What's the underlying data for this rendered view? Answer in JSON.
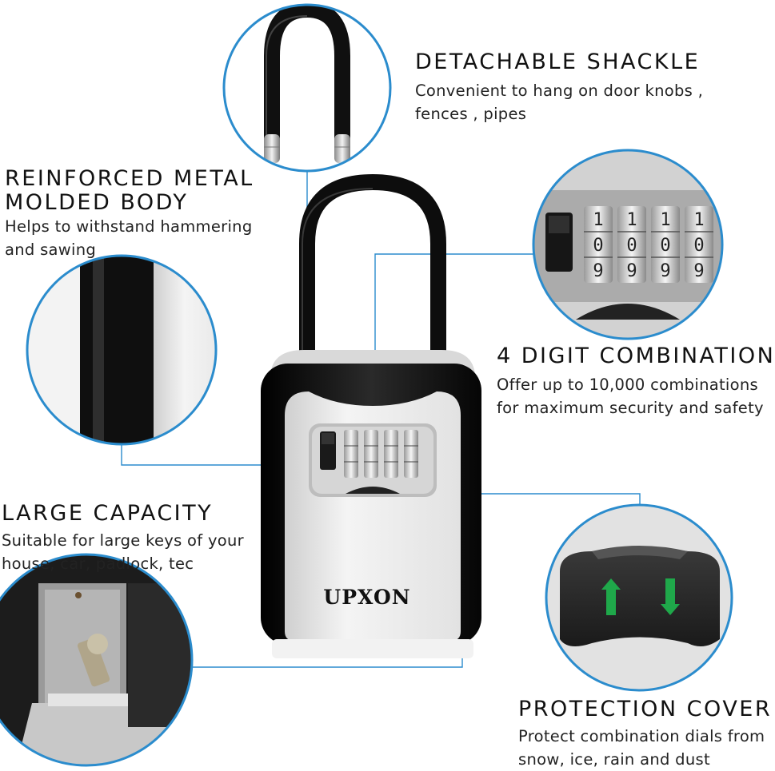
{
  "brand": {
    "name": "UPXON"
  },
  "features": {
    "shackle": {
      "title": "DETACHABLE  SHACKLE",
      "lines": [
        "Convenient  to  hang  on  door  knobs ,",
        "fences ,  pipes"
      ]
    },
    "body": {
      "title_lines": [
        "REINFORCED  METAL",
        "MOLDED  BODY"
      ],
      "lines": [
        "Helps to withstand hammering",
        "and sawing"
      ]
    },
    "combo": {
      "title": "4  DIGIT  COMBINATION",
      "lines": [
        "Offer  up  to  10,000  combinations",
        "for  maximum  security  and  safety"
      ]
    },
    "capacity": {
      "title": "LARGE  CAPACITY",
      "lines": [
        "Suitable  for  large  keys  of  your",
        "house,  car,  padlock,  tec"
      ]
    },
    "cover": {
      "title": "PROTECTION  COVER",
      "lines": [
        "Protect  combination  dials  from",
        "snow,  ice,  rain  and  dust"
      ]
    }
  },
  "dials": {
    "digits_top": [
      "1",
      "1",
      "1",
      "1"
    ],
    "digits_mid": [
      "0",
      "0",
      "0",
      "0"
    ],
    "digits_bottom": [
      "9",
      "9",
      "9",
      "9"
    ]
  },
  "colors": {
    "callout": "#2b8ccd",
    "lock_body": "#111111",
    "panel": "#e6e6e6",
    "arrow": "#1fa84a"
  }
}
